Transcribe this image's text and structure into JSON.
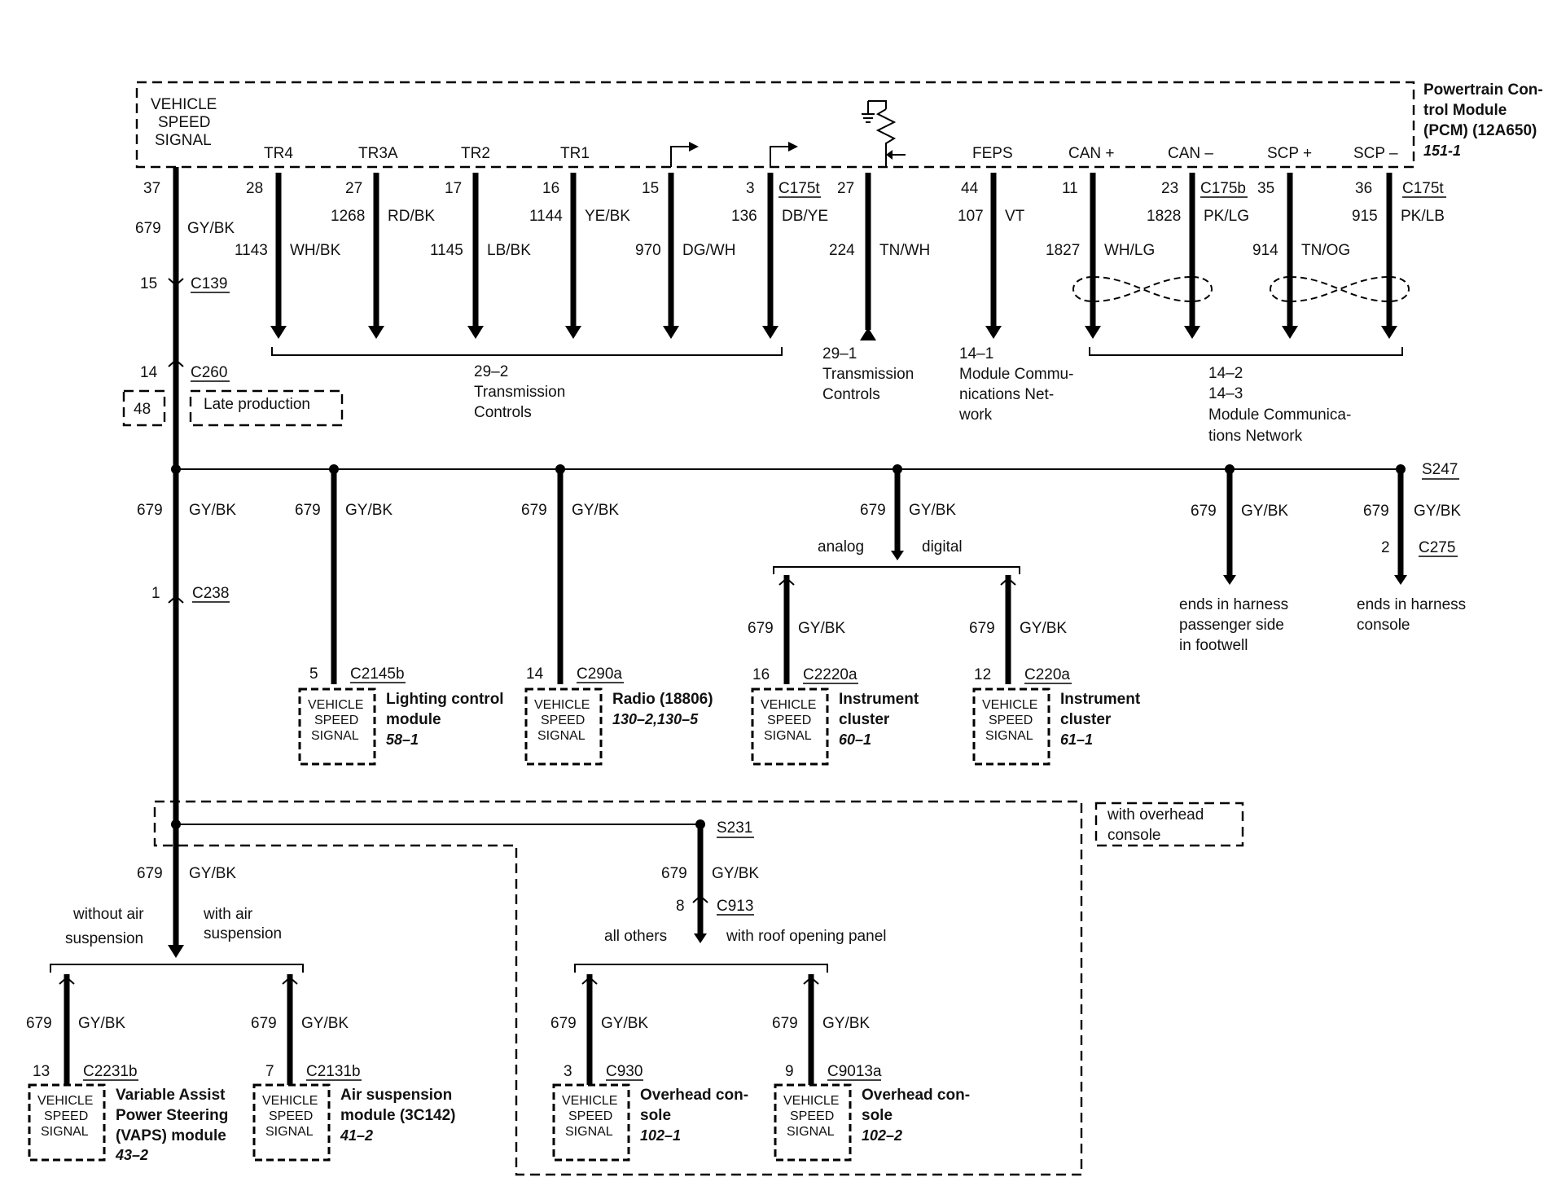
{
  "pcm": {
    "title_lines": [
      "Powertrain Con-",
      "trol Module",
      "(PCM) (12A650)"
    ],
    "page_ref": "151-1",
    "vss_lines": [
      "VEHICLE",
      "SPEED",
      "SIGNAL"
    ]
  },
  "pcm_pins": [
    {
      "name": "TR4",
      "pin": "28",
      "circuit": "1143",
      "color": "WH/BK"
    },
    {
      "name": "TR3A",
      "pin": "27",
      "circuit": "1268",
      "color": "RD/BK"
    },
    {
      "name": "TR2",
      "pin": "17",
      "circuit": "1145",
      "color": "LB/BK"
    },
    {
      "name": "TR1",
      "pin": "16",
      "circuit": "1144",
      "color": "YE/BK"
    },
    {
      "name": "",
      "pin": "15",
      "circuit": "970",
      "color": "DG/WH"
    },
    {
      "name": "",
      "pin": "3",
      "circuit": "136",
      "color": "DB/YE",
      "connector": "C175t"
    },
    {
      "name": "",
      "pin": "27",
      "circuit": "224",
      "color": "TN/WH"
    },
    {
      "name": "FEPS",
      "pin": "44",
      "circuit": "107",
      "color": "VT"
    },
    {
      "name": "CAN +",
      "pin": "11",
      "circuit": "1827",
      "color": "WH/LG"
    },
    {
      "name": "CAN –",
      "pin": "23",
      "circuit": "1828",
      "color": "PK/LG",
      "connector": "C175b"
    },
    {
      "name": "SCP +",
      "pin": "35",
      "circuit": "914",
      "color": "TN/OG"
    },
    {
      "name": "SCP –",
      "pin": "36",
      "circuit": "915",
      "color": "PK/LB",
      "connector": "C175t"
    }
  ],
  "main_wire": {
    "pin": "37",
    "circuit": "679",
    "color": "GY/BK",
    "c139": {
      "pin": "15",
      "name": "C139"
    },
    "c260": {
      "pin": "14",
      "name": "C260"
    },
    "late_production": "Late production",
    "late_ref": "48",
    "c238": {
      "pin": "1",
      "name": "C238"
    }
  },
  "references": {
    "trans": {
      "ref": "29–2",
      "lines": [
        "Transmission",
        "Controls"
      ]
    },
    "trans2": {
      "ref": "29–1",
      "lines": [
        "Transmission",
        "Controls"
      ]
    },
    "mcn1": {
      "ref": "14–1",
      "lines": [
        "Module Commu-",
        "nications Net-",
        "work"
      ]
    },
    "mcn2": {
      "refs": [
        "14–2",
        "14–3"
      ],
      "lines": [
        "Module Communica-",
        "tions Network"
      ]
    }
  },
  "splices": {
    "s247": "S247",
    "s231": "S231"
  },
  "branches": [
    {
      "circuit": "679",
      "color": "GY/BK",
      "pin": "5",
      "connector": "C2145b",
      "module_lines": [
        "Lighting control",
        "module"
      ],
      "ref": "58–1"
    },
    {
      "circuit": "679",
      "color": "GY/BK",
      "pin": "14",
      "connector": "C290a",
      "module_lines": [
        "Radio (18806)"
      ],
      "ref": "130–2,130–5"
    },
    {
      "circuit": "679",
      "color": "GY/BK",
      "pin": "16",
      "connector": "C2220a",
      "module_lines": [
        "Instrument",
        "cluster"
      ],
      "ref": "60–1",
      "option": "analog"
    },
    {
      "circuit": "679",
      "color": "GY/BK",
      "pin": "12",
      "connector": "C220a",
      "module_lines": [
        "Instrument",
        "cluster"
      ],
      "ref": "61–1",
      "option": "digital"
    },
    {
      "circuit": "679",
      "color": "GY/BK",
      "ends_lines": [
        "ends in harness",
        "passenger side",
        "in footwell"
      ]
    },
    {
      "circuit": "679",
      "color": "GY/BK",
      "pin": "2",
      "connector": "C275",
      "ends_lines": [
        "ends in harness",
        "console"
      ]
    }
  ],
  "cluster_wire": {
    "circuit": "679",
    "color": "GY/BK"
  },
  "overhead": {
    "label_lines": [
      "with overhead",
      "console"
    ],
    "circuit": "679",
    "color": "GY/BK",
    "c913": {
      "pin": "8",
      "name": "C913"
    },
    "all_others": "all others",
    "with_roof": "with roof opening panel",
    "modules": [
      {
        "circuit": "679",
        "color": "GY/BK",
        "pin": "3",
        "connector": "C930",
        "module_lines": [
          "Overhead con-",
          "sole"
        ],
        "ref": "102–1"
      },
      {
        "circuit": "679",
        "color": "GY/BK",
        "pin": "9",
        "connector": "C9013a",
        "module_lines": [
          "Overhead con-",
          "sole"
        ],
        "ref": "102–2"
      }
    ]
  },
  "suspension": {
    "circuit": "679",
    "color": "GY/BK",
    "without_lines": [
      "without air",
      "suspension"
    ],
    "with_lines": [
      "with air",
      "suspension"
    ],
    "modules": [
      {
        "circuit": "679",
        "color": "GY/BK",
        "pin": "13",
        "connector": "C2231b",
        "module_lines": [
          "Variable Assist",
          "Power Steering",
          "(VAPS) module"
        ],
        "ref": "43–2"
      },
      {
        "circuit": "679",
        "color": "GY/BK",
        "pin": "7",
        "connector": "C2131b",
        "module_lines": [
          "Air suspension",
          "module (3C142)"
        ],
        "ref": "41–2"
      }
    ]
  },
  "vss_box_lines": [
    "VEHICLE",
    "SPEED",
    "SIGNAL"
  ]
}
